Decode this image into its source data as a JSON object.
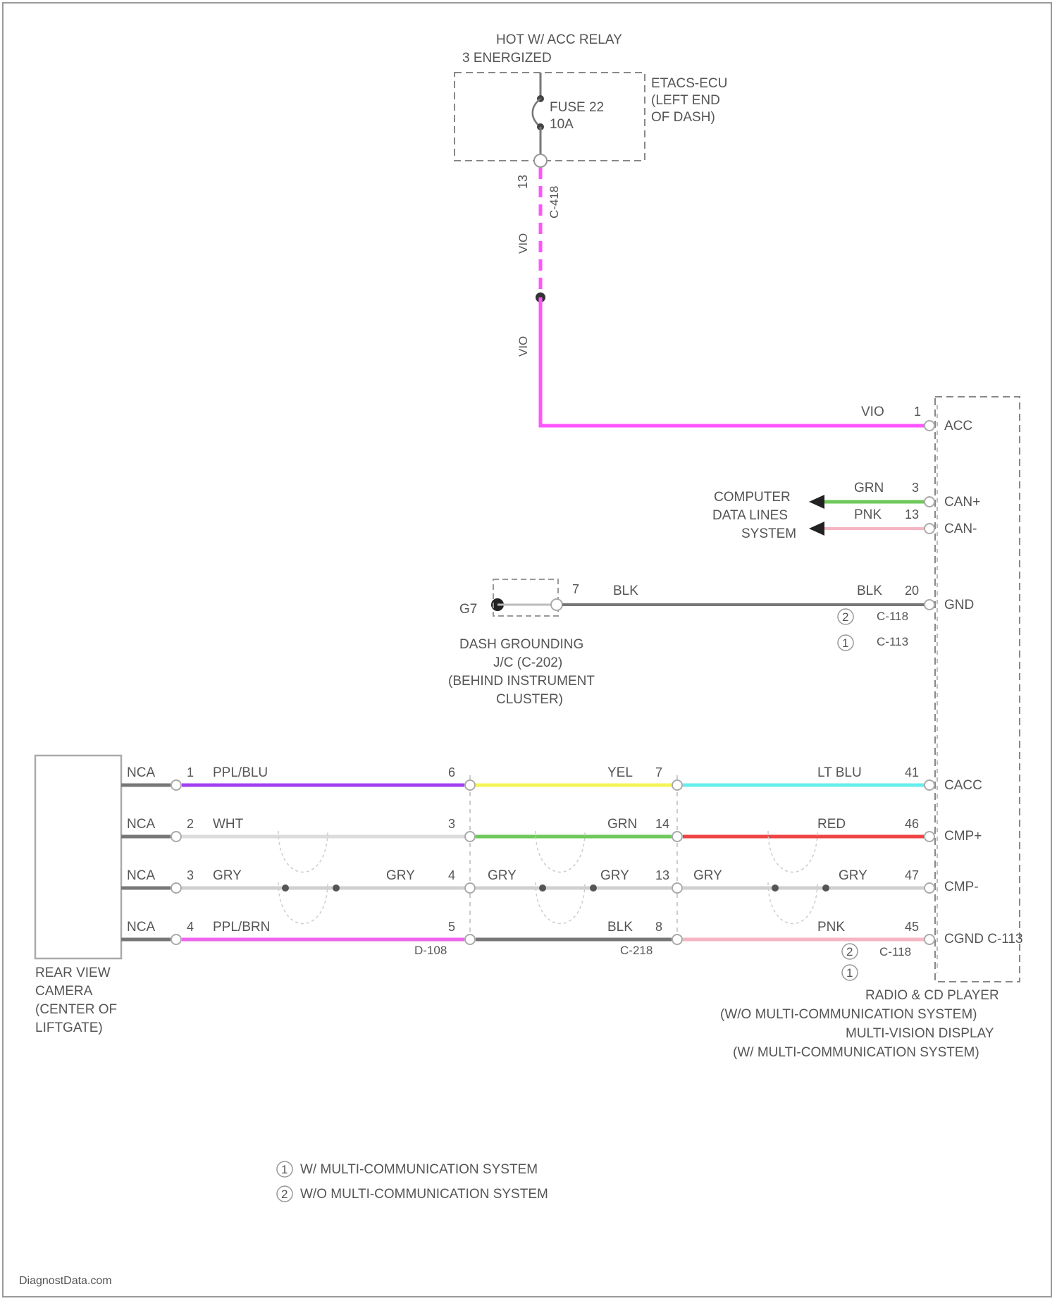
{
  "top": {
    "source_label_line1": "HOT W/ ACC RELAY",
    "source_label_line2": "3 ENERGIZED",
    "fuse_label_line1": "FUSE 22",
    "fuse_label_line2": "10A",
    "fuse_pin": "13",
    "fuse_connector": "C-418",
    "etacs_line1": "ETACS-ECU",
    "etacs_line2": "(LEFT END",
    "etacs_line3": "OF DASH)",
    "wire_color_upper": "VIO",
    "wire_color_lower": "VIO"
  },
  "radio": {
    "acc_wire": "VIO",
    "acc_pin": "1",
    "acc_label": "ACC",
    "canh_wire": "GRN",
    "canh_pin": "3",
    "canh_label": "CAN+",
    "canl_wire": "PNK",
    "canl_pin": "13",
    "canl_label": "CAN-",
    "gnd_wire": "BLK",
    "gnd_pin": "20",
    "gnd_label": "GND",
    "gnd_conn1": "C-118",
    "gnd_conn2": "C-113",
    "gnd_badge1": "2",
    "gnd_badge2": "1",
    "cacc_label": "CACC",
    "cmpp_label": "CMP+",
    "cmpm_label": "CMP-",
    "cgnd_label": "CGND C-113",
    "bottom_conn": "C-118",
    "bottom_badge1": "2",
    "bottom_badge2": "1",
    "name_line1": "RADIO & CD PLAYER",
    "name_line2": "(W/O MULTI-COMMUNICATION SYSTEM)",
    "name_line3": "MULTI-VISION DISPLAY",
    "name_line4": "(W/ MULTI-COMMUNICATION SYSTEM)"
  },
  "can": {
    "line1": "COMPUTER",
    "line2": "DATA LINES",
    "line3": "SYSTEM"
  },
  "ground": {
    "id": "G7",
    "pin": "7",
    "wire_left": "BLK",
    "line1": "DASH GROUNDING",
    "line2": "J/C (C-202)",
    "line3": "(BEHIND INSTRUMENT",
    "line4": "CLUSTER)"
  },
  "camera": {
    "line1": "REAR VIEW",
    "line2": "CAMERA",
    "line3": "(CENTER OF",
    "line4": "LIFTGATE)",
    "circuits": [
      {
        "nca": "NCA",
        "pin": "1",
        "w1": "PPL/BLU",
        "pin2": "6",
        "w2": "YEL",
        "pin3": "7",
        "w3": "LT BLU",
        "pin4": "41"
      },
      {
        "nca": "NCA",
        "pin": "2",
        "w1": "WHT",
        "pin2": "3",
        "w2": "GRN",
        "pin3": "14",
        "w3": "RED",
        "pin4": "46"
      },
      {
        "nca": "NCA",
        "pin": "3",
        "w1": "GRY",
        "w1b": "GRY",
        "pin2": "4",
        "w2": "GRY",
        "w2b": "GRY",
        "pin3": "13",
        "w3": "GRY",
        "w3b": "GRY",
        "pin4": "47"
      },
      {
        "nca": "NCA",
        "pin": "4",
        "w1": "PPL/BRN",
        "pin2": "5",
        "w2": "BLK",
        "pin3": "8",
        "w3": "PNK",
        "pin4": "45"
      }
    ],
    "conn_a": "D-108",
    "conn_b": "C-218"
  },
  "legend": [
    {
      "badge": "1",
      "text": "W/ MULTI-COMMUNICATION SYSTEM"
    },
    {
      "badge": "2",
      "text": "W/O MULTI-COMMUNICATION SYSTEM"
    }
  ],
  "watermark": "DiagnostData.com",
  "colors": {
    "vio": "#ff55ff",
    "grn": "#6ec95a",
    "pnk": "#f5b5c3",
    "blk": "#777777",
    "ppl_blu": "#a040f0",
    "yel": "#f4f45a",
    "lt_blu": "#66eeee",
    "red": "#ee4444",
    "ppl_brn": "#ee66ee",
    "wht": "#dcdcdc",
    "gry": "#cfcfcf"
  }
}
